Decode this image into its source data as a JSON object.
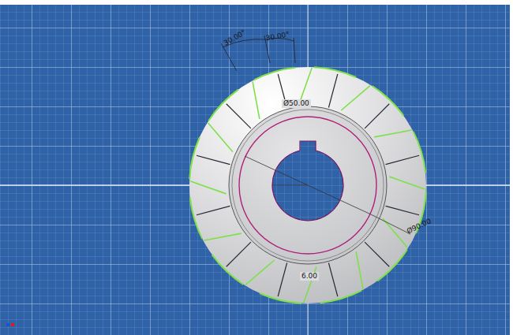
{
  "diagram": {
    "labels": [
      "30.00°",
      "30.00°",
      "Ø50.00",
      "Ø90.00",
      "6.00"
    ]
  }
}
